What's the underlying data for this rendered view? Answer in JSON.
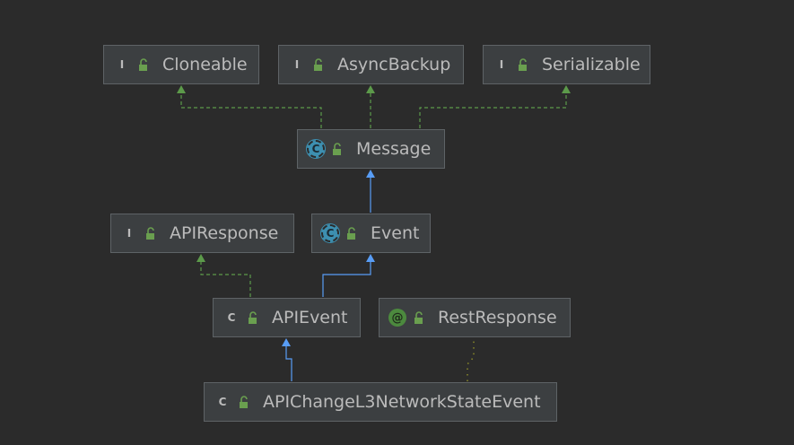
{
  "colors": {
    "background": "#2b2b2b",
    "node_fill": "#3c3f41",
    "node_border": "#5e6366",
    "text": "#bbbbbb",
    "interface_badge": "#4c8a3e",
    "class_badge": "#3d8fb0",
    "implements_edge": "#5c9a4a",
    "extends_edge": "#589df6",
    "dependency_edge": "#8a8a2a"
  },
  "nodes": [
    {
      "id": "cloneable",
      "label": "Cloneable",
      "kind": "interface",
      "badge": "I",
      "icon": "interface-icon"
    },
    {
      "id": "asyncbackup",
      "label": "AsyncBackup",
      "kind": "interface",
      "badge": "I",
      "icon": "interface-icon"
    },
    {
      "id": "serializable",
      "label": "Serializable",
      "kind": "interface",
      "badge": "I",
      "icon": "interface-icon"
    },
    {
      "id": "message",
      "label": "Message",
      "kind": "abstract",
      "badge": "C",
      "icon": "abstract-class-icon"
    },
    {
      "id": "apiresponse",
      "label": "APIResponse",
      "kind": "interface",
      "badge": "I",
      "icon": "interface-icon"
    },
    {
      "id": "event",
      "label": "Event",
      "kind": "abstract",
      "badge": "C",
      "icon": "abstract-class-icon"
    },
    {
      "id": "apievent",
      "label": "APIEvent",
      "kind": "class",
      "badge": "C",
      "icon": "class-icon"
    },
    {
      "id": "restresponse",
      "label": "RestResponse",
      "kind": "annotation",
      "badge": "@",
      "icon": "annotation-icon"
    },
    {
      "id": "apichangel3",
      "label": "APIChangeL3NetworkStateEvent",
      "kind": "class",
      "badge": "C",
      "icon": "class-icon"
    }
  ],
  "edges": [
    {
      "from": "message",
      "to": "cloneable",
      "type": "implements"
    },
    {
      "from": "message",
      "to": "asyncbackup",
      "type": "implements"
    },
    {
      "from": "message",
      "to": "serializable",
      "type": "implements"
    },
    {
      "from": "event",
      "to": "message",
      "type": "extends"
    },
    {
      "from": "apievent",
      "to": "apiresponse",
      "type": "implements"
    },
    {
      "from": "apievent",
      "to": "event",
      "type": "extends"
    },
    {
      "from": "apichangel3",
      "to": "apievent",
      "type": "extends"
    },
    {
      "from": "apichangel3",
      "to": "restresponse",
      "type": "annotated"
    }
  ]
}
